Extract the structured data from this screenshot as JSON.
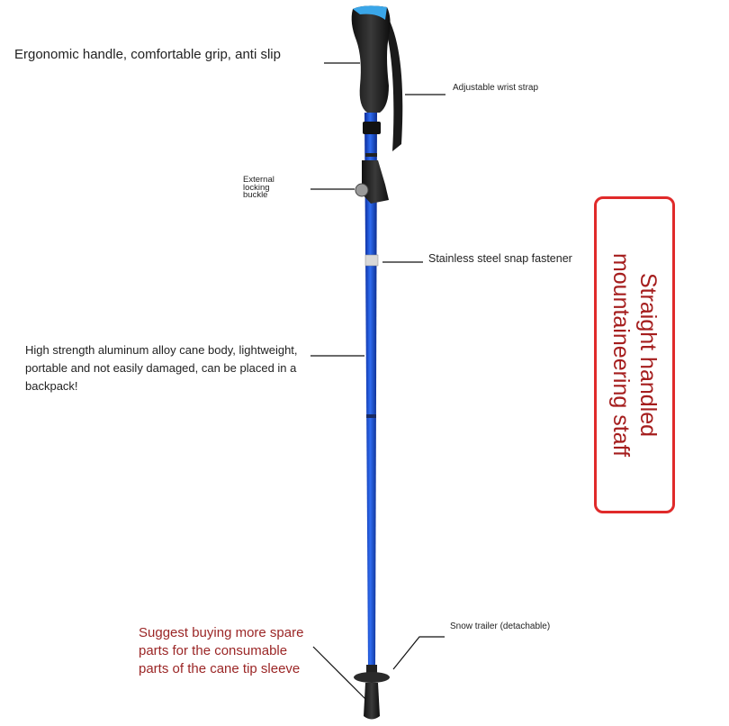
{
  "callouts": {
    "handle": "Ergonomic handle, comfortable grip, anti slip",
    "wrist_strap": "Adjustable wrist strap",
    "buckle": "External locking buckle",
    "snap": "Stainless steel snap fastener",
    "body": "High strength aluminum alloy cane body, lightweight, portable and not easily damaged, can be placed in a backpack!",
    "snow_trailer": "Snow trailer (detachable)",
    "tip_note": "Suggest buying more spare parts for the consumable parts of the cane tip sleeve"
  },
  "title": {
    "line1": "Straight handled",
    "line2": "mountaineering staff"
  },
  "colors": {
    "shaft": "#1f4fd6",
    "accent": "#e02a2a",
    "note": "#9b2626"
  }
}
